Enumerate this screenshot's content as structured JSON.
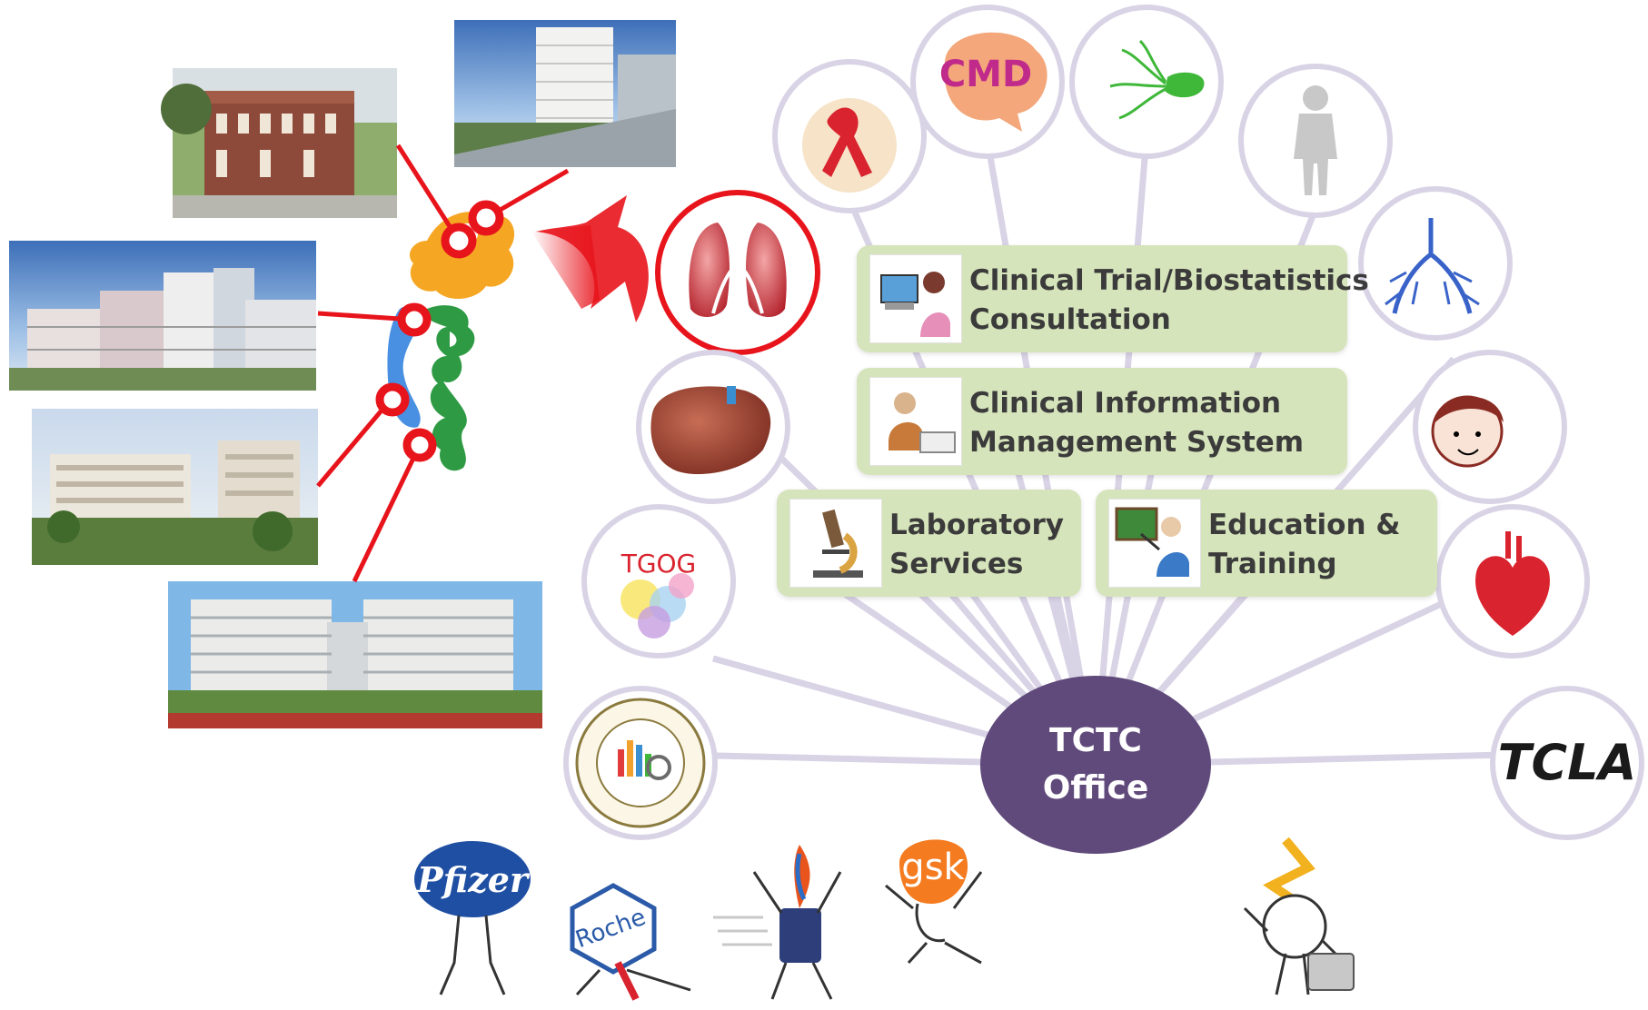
{
  "center": {
    "line1": "TCTC",
    "line2": "Office"
  },
  "services": [
    {
      "line1": "Clinical Trial/Biostatistics",
      "line2": "Consultation"
    },
    {
      "line1": "Clinical Information",
      "line2": "Management System"
    },
    {
      "line1": "Laboratory",
      "line2": "Services"
    },
    {
      "line1": "Education &",
      "line2": "Training"
    }
  ],
  "logos": {
    "cmd": "CMD",
    "tgog": "TGOG",
    "tcla": "TCLA",
    "pfizer": "Pfizer",
    "roche": "Roche",
    "gsk": "gsk"
  },
  "colors": {
    "office": "#604a7b",
    "service_box": "#d6e4bb",
    "spoke": "#d9d3e6",
    "hospital_link": "#e8141c",
    "taiwan_north": "#f5a623",
    "taiwan_center": "#4a90e2",
    "taiwan_south": "#2e9b44"
  }
}
